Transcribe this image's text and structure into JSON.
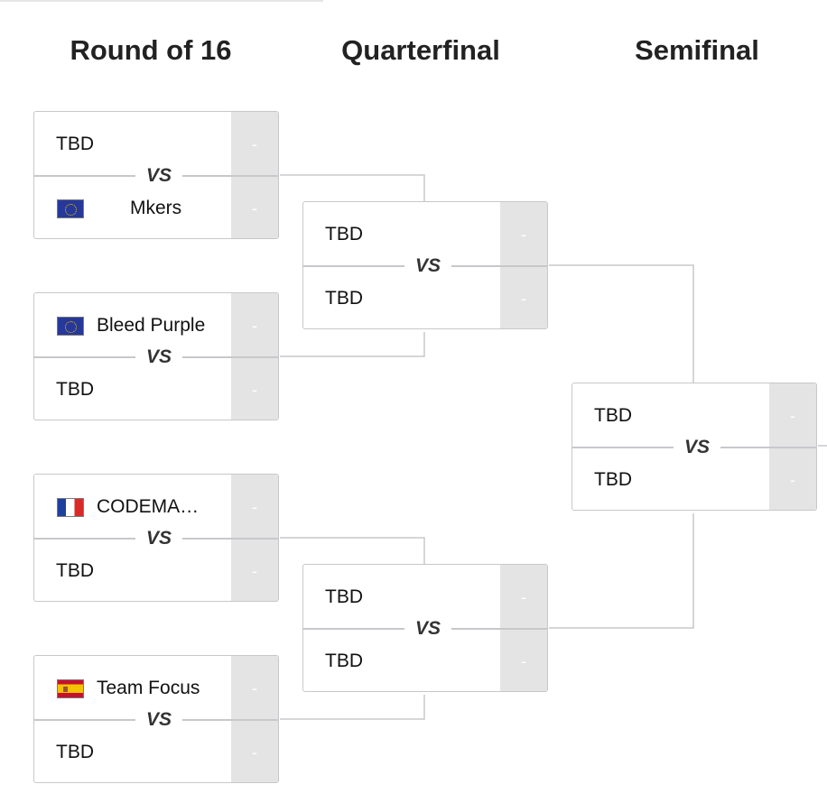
{
  "rounds": [
    {
      "title": "Round of 16"
    },
    {
      "title": "Quarterfinal"
    },
    {
      "title": "Semifinal"
    }
  ],
  "vs_label": "VS",
  "matches": [
    {
      "round": "Round of 16",
      "team1": {
        "name": "TBD",
        "flag": null,
        "score": "-"
      },
      "team2": {
        "name": "Mkers",
        "flag": "eu-flag-icon",
        "score": "-"
      }
    },
    {
      "round": "Round of 16",
      "team1": {
        "name": "Bleed Purple",
        "flag": "eu-flag-icon",
        "score": "-"
      },
      "team2": {
        "name": "TBD",
        "flag": null,
        "score": "-"
      }
    },
    {
      "round": "Round of 16",
      "team1": {
        "name": "CODEMA…",
        "flag": "france-flag-icon",
        "score": "-"
      },
      "team2": {
        "name": "TBD",
        "flag": null,
        "score": "-"
      }
    },
    {
      "round": "Round of 16",
      "team1": {
        "name": "Team Focus",
        "flag": "spain-flag-icon",
        "score": "-"
      },
      "team2": {
        "name": "TBD",
        "flag": null,
        "score": "-"
      }
    },
    {
      "round": "Quarterfinal",
      "team1": {
        "name": "TBD",
        "flag": null,
        "score": "-"
      },
      "team2": {
        "name": "TBD",
        "flag": null,
        "score": "-"
      }
    },
    {
      "round": "Quarterfinal",
      "team1": {
        "name": "TBD",
        "flag": null,
        "score": "-"
      },
      "team2": {
        "name": "TBD",
        "flag": null,
        "score": "-"
      }
    },
    {
      "round": "Semifinal",
      "team1": {
        "name": "TBD",
        "flag": null,
        "score": "-"
      },
      "team2": {
        "name": "TBD",
        "flag": null,
        "score": "-"
      }
    }
  ],
  "colors": {
    "border": "#c8c8cc",
    "score_bg": "#e4e4e4",
    "connector": "#c8c8cc",
    "title": "#222222"
  }
}
